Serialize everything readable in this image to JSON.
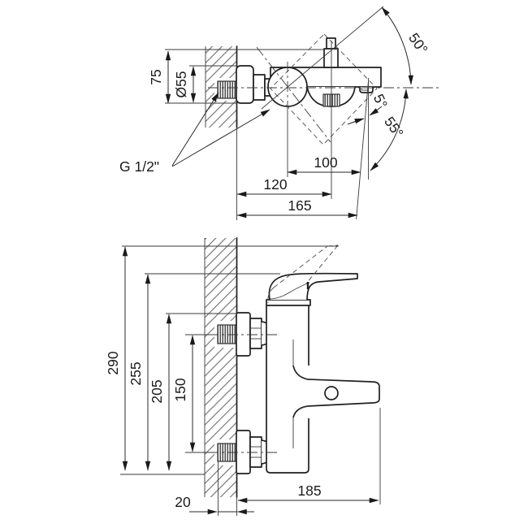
{
  "colors": {
    "line": "#1f1f1f",
    "background": "#ffffff"
  },
  "top_view": {
    "labels": {
      "height": "75",
      "flange_diameter": "Ø55",
      "thread_callout": "G 1/2\"",
      "lever_swing_angle": "50°",
      "spout_tilt_angle": "5°",
      "spout_swing_angle": "55°",
      "spout_reach": "100",
      "shower_outlet_offset": "120",
      "overall_depth": "165"
    }
  },
  "front_view": {
    "labels": {
      "overall_height": "290",
      "lever_tip_height": "255",
      "body_height": "205",
      "connection_spacing": "150",
      "wall_embedment": "20",
      "overall_width": "185"
    }
  }
}
